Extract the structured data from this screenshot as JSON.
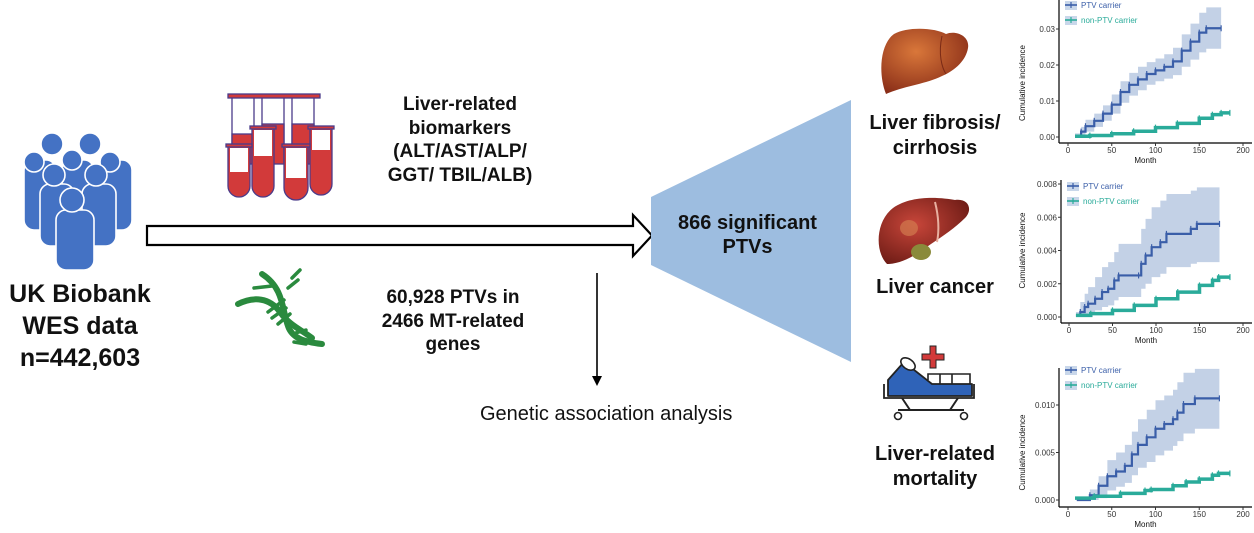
{
  "cohort": {
    "title_line1": "UK Biobank",
    "title_line2": "WES data",
    "sample_size": "n=442,603",
    "icon": "people-group-icon",
    "color": "#4472c4"
  },
  "biomarkers": {
    "line1": "Liver-related",
    "line2": "biomarkers",
    "line3": "(ALT/AST/ALP/",
    "line4": "GGT/ TBIL/ALB)",
    "icon": "test-tubes-icon",
    "color": "#d23a3a"
  },
  "variants": {
    "line1": "60,928 PTVs in",
    "line2": "2466 MT-related",
    "line3": "genes",
    "icon": "dna-icon",
    "color": "#2a8a3e"
  },
  "analysis": {
    "label": "Genetic association analysis"
  },
  "funnel": {
    "line1": "866 significant",
    "line2": "PTVs",
    "color": "#9dbde0"
  },
  "outcomes": [
    {
      "line1": "Liver fibrosis/",
      "line2": "cirrhosis",
      "icon": "liver-icon"
    },
    {
      "line1": "Liver cancer",
      "line2": "",
      "icon": "liver-cancer-icon"
    },
    {
      "line1": "Liver-related",
      "line2": "mortality",
      "icon": "hospital-bed-icon"
    }
  ],
  "chart_data": [
    {
      "type": "line",
      "title": "Liver fibrosis/cirrhosis",
      "xlabel": "Month",
      "ylabel": "Cumulative incidence",
      "xlim": [
        0,
        200
      ],
      "ylim": [
        0,
        0.035
      ],
      "xticks": [
        "0",
        "50",
        "100",
        "150",
        "200"
      ],
      "yticks": [
        "0.00",
        "0.01",
        "0.02",
        "0.03"
      ],
      "ytick_values": [
        0,
        0.01,
        0.02,
        0.03
      ],
      "legend": [
        "PTV carrier",
        "non-PTV carrier"
      ],
      "legend_position": "top-left",
      "series": [
        {
          "name": "PTV carrier",
          "color": "#3a5ea8",
          "x": [
            8,
            15,
            20,
            30,
            40,
            50,
            60,
            70,
            80,
            90,
            100,
            110,
            120,
            130,
            140,
            150,
            158,
            175
          ],
          "y": [
            0.0003,
            0.0015,
            0.003,
            0.0045,
            0.0065,
            0.009,
            0.0125,
            0.0145,
            0.016,
            0.0175,
            0.0185,
            0.0195,
            0.021,
            0.024,
            0.0265,
            0.029,
            0.0302,
            0.0302
          ],
          "lower": [
            0,
            0.0003,
            0.0015,
            0.0028,
            0.0045,
            0.0065,
            0.0095,
            0.0115,
            0.013,
            0.0145,
            0.0155,
            0.0162,
            0.0172,
            0.0195,
            0.0215,
            0.0235,
            0.0245,
            0.0245
          ],
          "upper": [
            0.001,
            0.0028,
            0.0048,
            0.0065,
            0.0088,
            0.0118,
            0.0155,
            0.0178,
            0.0195,
            0.0208,
            0.0218,
            0.023,
            0.0248,
            0.0285,
            0.0315,
            0.0345,
            0.036,
            0.036
          ]
        },
        {
          "name": "non-PTV carrier",
          "color": "#2aab9a",
          "x": [
            8,
            25,
            50,
            75,
            100,
            125,
            150,
            165,
            175,
            185
          ],
          "y": [
            0.0002,
            0.0004,
            0.0009,
            0.0016,
            0.0026,
            0.0038,
            0.0052,
            0.0062,
            0.0067,
            0.0067
          ]
        }
      ]
    },
    {
      "type": "line",
      "title": "Liver cancer",
      "xlabel": "Month",
      "ylabel": "Cumulative incidence",
      "xlim": [
        0,
        200
      ],
      "ylim": [
        0,
        0.008
      ],
      "xticks": [
        "0",
        "50",
        "100",
        "150",
        "200"
      ],
      "yticks": [
        "0.000",
        "0.002",
        "0.004",
        "0.006",
        "0.008"
      ],
      "ytick_values": [
        0,
        0.002,
        0.004,
        0.006,
        0.008
      ],
      "legend": [
        "PTV carrier",
        "non-PTV carrier"
      ],
      "legend_position": "top-left",
      "series": [
        {
          "name": "PTV carrier",
          "color": "#3a5ea8",
          "x": [
            8,
            13,
            18,
            22,
            30,
            38,
            45,
            52,
            57,
            80,
            83,
            88,
            95,
            105,
            112,
            140,
            147,
            173
          ],
          "y": [
            0.0001,
            0.0003,
            0.0006,
            0.0008,
            0.0011,
            0.0015,
            0.0017,
            0.0022,
            0.0025,
            0.0025,
            0.0032,
            0.0037,
            0.0042,
            0.0045,
            0.005,
            0.0053,
            0.0056,
            0.0056
          ],
          "lower": [
            0,
            0,
            0.0001,
            0.0002,
            0.0004,
            0.0006,
            0.0007,
            0.001,
            0.0012,
            0.0012,
            0.0017,
            0.002,
            0.0024,
            0.0026,
            0.003,
            0.0032,
            0.0033,
            0.0033
          ],
          "upper": [
            0.0003,
            0.0009,
            0.0014,
            0.0018,
            0.0024,
            0.003,
            0.0033,
            0.0039,
            0.0044,
            0.0044,
            0.0053,
            0.0059,
            0.0066,
            0.007,
            0.0074,
            0.0076,
            0.0078,
            0.0078
          ]
        },
        {
          "name": "non-PTV carrier",
          "color": "#2aab9a",
          "x": [
            8,
            25,
            50,
            75,
            100,
            125,
            150,
            165,
            172,
            185
          ],
          "y": [
            0.0001,
            0.0002,
            0.0004,
            0.0007,
            0.0011,
            0.0015,
            0.0019,
            0.0022,
            0.0024,
            0.0024
          ]
        }
      ]
    },
    {
      "type": "line",
      "title": "Liver-related mortality",
      "xlabel": "Month",
      "ylabel": "Cumulative incidence",
      "xlim": [
        0,
        200
      ],
      "ylim": [
        0,
        0.014
      ],
      "xticks": [
        "0",
        "50",
        "100",
        "150",
        "200"
      ],
      "yticks": [
        "0.000",
        "0.005",
        "0.010"
      ],
      "ytick_values": [
        0,
        0.005,
        0.01
      ],
      "legend": [
        "PTV carrier",
        "non-PTV carrier"
      ],
      "legend_position": "top-left",
      "series": [
        {
          "name": "PTV carrier",
          "color": "#3a5ea8",
          "x": [
            10,
            25,
            35,
            45,
            55,
            65,
            73,
            80,
            90,
            100,
            110,
            120,
            125,
            132,
            145,
            173
          ],
          "y": [
            0,
            0.0005,
            0.0015,
            0.0025,
            0.003,
            0.0036,
            0.0048,
            0.0058,
            0.0066,
            0.0075,
            0.008,
            0.0085,
            0.0092,
            0.0101,
            0.0107,
            0.0107
          ],
          "lower": [
            0,
            0,
            0.0002,
            0.001,
            0.0014,
            0.0018,
            0.0026,
            0.0034,
            0.004,
            0.0047,
            0.0052,
            0.0057,
            0.0062,
            0.007,
            0.0075,
            0.0075
          ],
          "upper": [
            0.0003,
            0.0011,
            0.0025,
            0.0042,
            0.005,
            0.0058,
            0.0072,
            0.0085,
            0.0095,
            0.0105,
            0.011,
            0.0116,
            0.0124,
            0.0134,
            0.0138,
            0.0138
          ]
        },
        {
          "name": "non-PTV carrier",
          "color": "#2aab9a",
          "x": [
            8,
            30,
            60,
            88,
            95,
            120,
            135,
            150,
            165,
            172,
            185
          ],
          "y": [
            0.0002,
            0.0004,
            0.0007,
            0.001,
            0.0011,
            0.0015,
            0.0019,
            0.0022,
            0.0026,
            0.0028,
            0.0028
          ]
        }
      ]
    }
  ]
}
